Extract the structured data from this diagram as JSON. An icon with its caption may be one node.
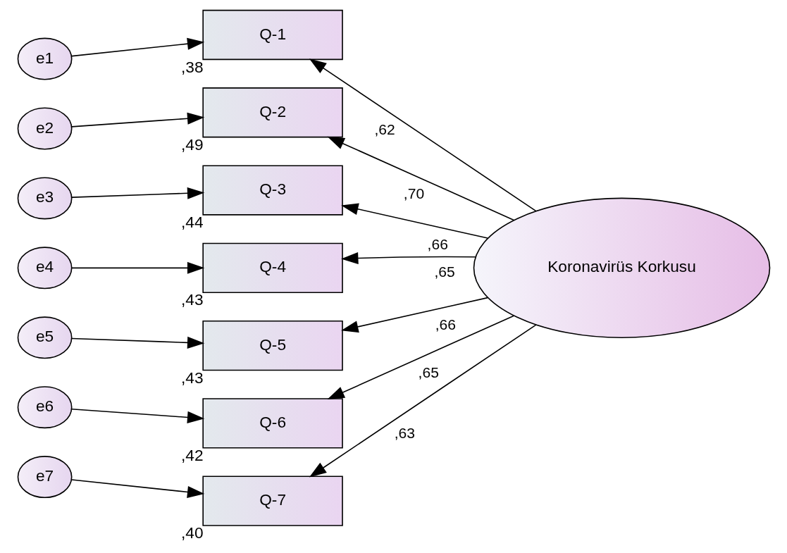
{
  "diagram": {
    "nodes": [
      {
        "text": [
          "e1"
        ]
      },
      {
        "text": [
          "e2"
        ]
      },
      {
        "text": [
          "e3"
        ]
      },
      {
        "text": [
          "e4"
        ]
      },
      {
        "text": [
          "e5"
        ]
      },
      {
        "text": [
          "e6"
        ]
      },
      {
        "text": [
          "e7"
        ]
      },
      {
        "text": [
          "Q-1"
        ],
        "beside": [
          ",38"
        ]
      },
      {
        "text": [
          "Q-2"
        ],
        "beside": [
          ",49"
        ]
      },
      {
        "text": [
          "Q-3"
        ],
        "beside": [
          ",44"
        ]
      },
      {
        "text": [
          "Q-4"
        ],
        "beside": [
          ",43"
        ]
      },
      {
        "text": [
          "Q-5"
        ],
        "beside": [
          ",43"
        ]
      },
      {
        "text": [
          "Q-6"
        ],
        "beside": [
          ",42"
        ]
      },
      {
        "text": [
          "Q-7"
        ],
        "beside": [
          ",40"
        ]
      },
      {
        "text": [
          "Koronavirüs Korkusu"
        ]
      }
    ],
    "edges": [
      {
        "from": 0,
        "to": 7,
        "arrow": "to"
      },
      {
        "from": 1,
        "to": 8,
        "arrow": "to"
      },
      {
        "from": 2,
        "to": 9,
        "arrow": "to"
      },
      {
        "from": 3,
        "to": 10,
        "arrow": "to"
      },
      {
        "from": 4,
        "to": 11,
        "arrow": "to"
      },
      {
        "from": 5,
        "to": 12,
        "arrow": "to"
      },
      {
        "from": 6,
        "to": 13,
        "arrow": "to"
      },
      {
        "from": 14,
        "to": 7,
        "arrow": "to",
        "label": ",62"
      },
      {
        "from": 14,
        "to": 8,
        "arrow": "to",
        "label": ",70"
      },
      {
        "from": 14,
        "to": 9,
        "arrow": "to",
        "label": ",66"
      },
      {
        "from": 14,
        "to": 10,
        "arrow": "to",
        "label": ",65"
      },
      {
        "from": 14,
        "to": 11,
        "arrow": "to",
        "label": ",66"
      },
      {
        "from": 14,
        "to": 12,
        "arrow": "to",
        "label": ",65"
      },
      {
        "from": 14,
        "to": 13,
        "arrow": "to",
        "label": ",63"
      }
    ]
  }
}
